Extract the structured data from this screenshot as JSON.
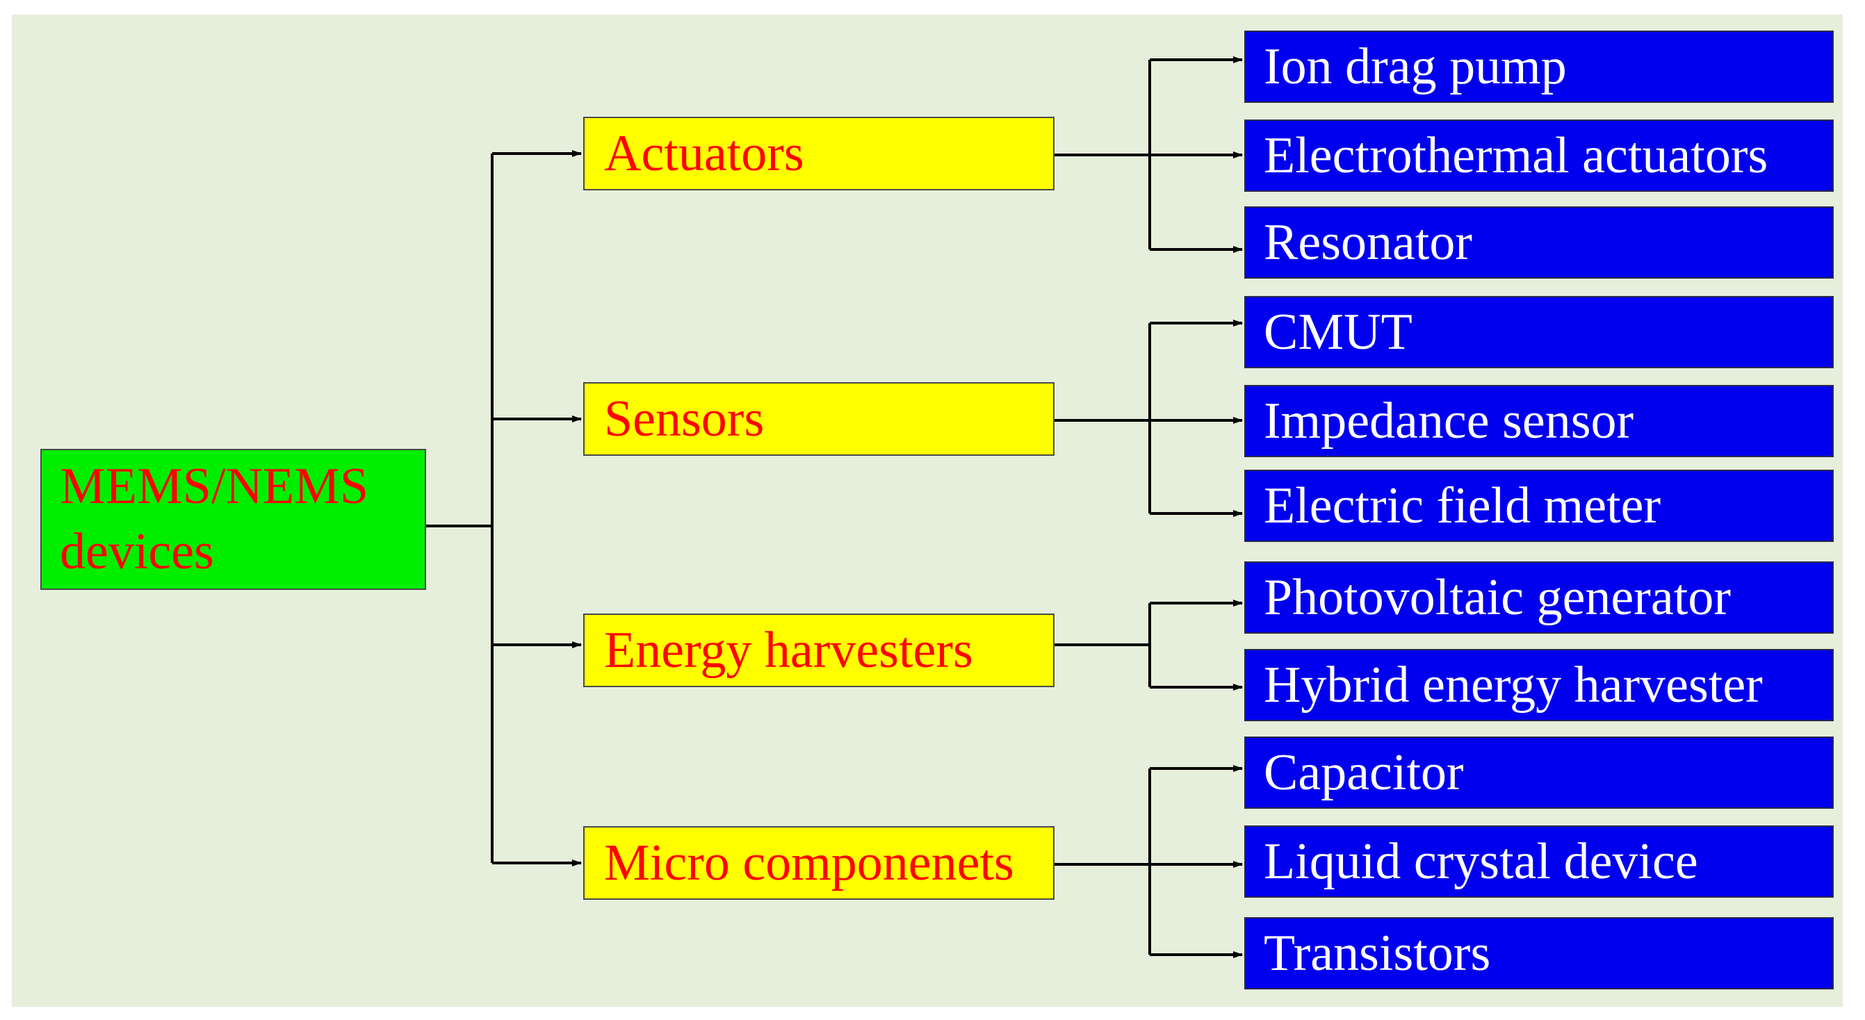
{
  "diagram": {
    "root": {
      "label": "MEMS/NEMS\ndevices"
    },
    "categories": [
      {
        "label": "Actuators",
        "children": [
          {
            "label": "Ion drag pump"
          },
          {
            "label": "Electrothermal actuators"
          },
          {
            "label": "Resonator"
          }
        ]
      },
      {
        "label": "Sensors",
        "children": [
          {
            "label": "CMUT"
          },
          {
            "label": "Impedance sensor"
          },
          {
            "label": "Electric field meter"
          }
        ]
      },
      {
        "label": "Energy harvesters",
        "children": [
          {
            "label": "Photovoltaic generator"
          },
          {
            "label": "Hybrid energy harvester"
          }
        ]
      },
      {
        "label": "Micro componenets",
        "children": [
          {
            "label": "Capacitor"
          },
          {
            "label": "Liquid crystal device"
          },
          {
            "label": "Transistors"
          }
        ]
      }
    ]
  },
  "colors": {
    "background": "#e6eedc",
    "root_fill": "#00ee00",
    "category_fill": "#ffff00",
    "leaf_fill": "#0000ee",
    "root_text": "#ff0000",
    "category_text": "#ff0000",
    "leaf_text": "#ffffff",
    "connector": "#000000"
  }
}
